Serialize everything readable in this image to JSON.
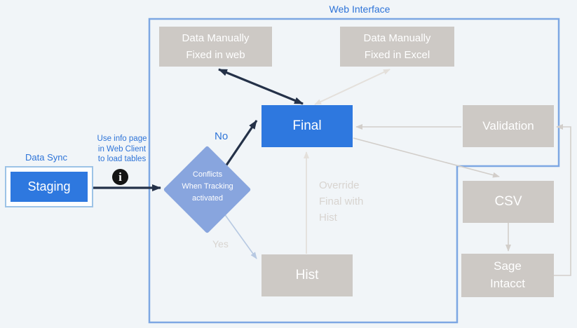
{
  "colors": {
    "background": "#f1f5f8",
    "accent_blue": "#2e78df",
    "blue_text": "#2e74d8",
    "web_border": "#7da7e3",
    "sync_border": "#9dc3e6",
    "gray_box": "#cdc9c5",
    "diamond_fill": "#88a5de",
    "dark_arrow": "#243148",
    "gray_arrow": "#d2ceca",
    "lighter_arrow": "#e4e0db",
    "light_blue_arrow": "#b7c9e2",
    "muted_text": "#d8d4d0",
    "info_icon_bg": "#141414"
  },
  "regions": {
    "web_interface": "Web Interface",
    "data_sync": "Data Sync"
  },
  "nodes": {
    "staging": "Staging",
    "fixed_web": "Data Manually\nFixed in web",
    "fixed_excel": "Data Manually\nFixed in Excel",
    "final": "Final",
    "validation": "Validation",
    "csv": "CSV",
    "sage_intacct": "Sage\nIntacct",
    "hist": "Hist",
    "conflicts": "Conflicts\nWhen Tracking\nactivated"
  },
  "annotations": {
    "info_note": "Use info page\nin Web Client\nto load tables",
    "info_icon_glyph": "i",
    "no": "No",
    "yes": "Yes",
    "override": "Override\nFinal with\nHist"
  }
}
